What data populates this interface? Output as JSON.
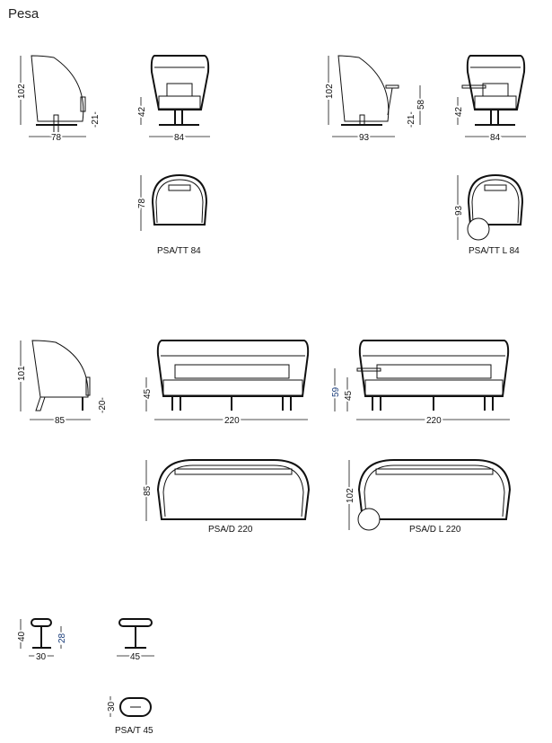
{
  "title": "Pesa",
  "models": [
    {
      "code": "PSA/TT 84",
      "dims": {
        "side_height": "102",
        "side_width": "78",
        "seat_clearance": "-21-",
        "front_seat": "42",
        "front_width": "84",
        "top_depth": "78"
      }
    },
    {
      "code": "PSA/TT L 84",
      "dims": {
        "side_height": "102",
        "side_width": "93",
        "seat_clearance": "-21-",
        "table_height": "58",
        "front_seat": "42",
        "front_width": "84",
        "top_depth": "93"
      }
    },
    {
      "code": "PSA/D 220",
      "dims": {
        "side_height": "101",
        "side_width": "85",
        "seat_clearance": "-20-",
        "front_seat": "45",
        "front_width": "220",
        "top_depth": "85"
      }
    },
    {
      "code": "PSA/D L 220",
      "dims": {
        "table_height": "59",
        "front_seat": "45",
        "front_width": "220",
        "top_depth": "102"
      }
    },
    {
      "code": "PSA/T 45",
      "dims": {
        "stool_height": "40",
        "stool_seat": "28",
        "stool_width_small": "30",
        "stool_width": "45",
        "top_depth": "30"
      }
    }
  ]
}
